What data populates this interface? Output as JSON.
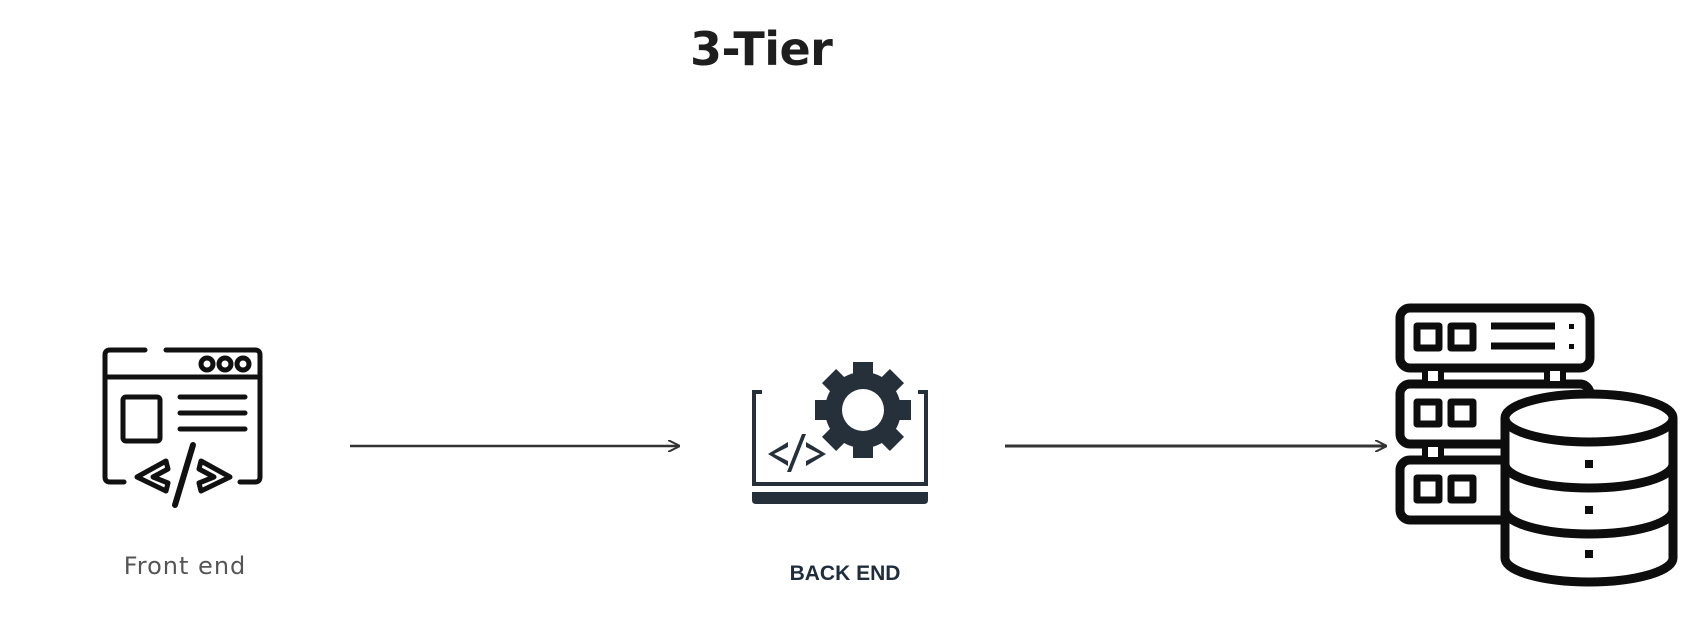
{
  "diagram": {
    "title": "3-Tier",
    "nodes": {
      "frontend": {
        "label": "Front end",
        "icon": "web-code-browser-icon"
      },
      "backend": {
        "label": "BACK END",
        "icon": "laptop-gear-code-icon"
      },
      "database": {
        "label": "",
        "icon": "server-database-icon"
      }
    },
    "edges": [
      {
        "from": "Front end",
        "to": "BACK END"
      },
      {
        "from": "BACK END",
        "to": "database"
      }
    ],
    "colors": {
      "title": "#1e1e1e",
      "frontend_label": "#555555",
      "backend_label": "#1f2d3d",
      "backend_icon": "#25303b",
      "icon_stroke": "#111111",
      "arrow": "#333333"
    }
  }
}
